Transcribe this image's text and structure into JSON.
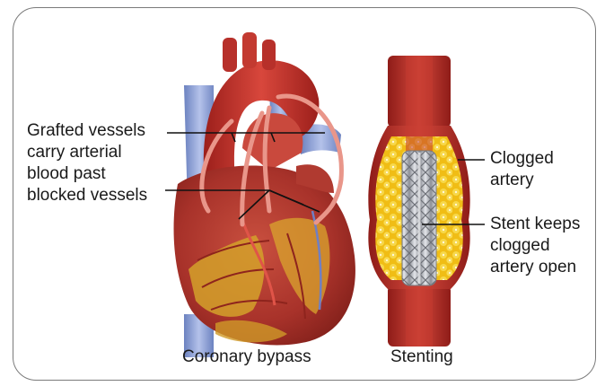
{
  "labels": {
    "grafted_line1": "Grafted vessels",
    "grafted_line2": "carry arterial",
    "grafted_line3": "blood past",
    "grafted_line4": "blocked vessels",
    "clogged_line1": "Clogged",
    "clogged_line2": "artery",
    "stent_line1": "Stent keeps",
    "stent_line2": "clogged",
    "stent_line3": "artery open"
  },
  "captions": {
    "left": "Coronary bypass",
    "right": "Stenting"
  },
  "icons": {
    "heart": "heart-illustration",
    "artery": "stented-artery-illustration"
  },
  "colors": {
    "border": "#7a7a7a",
    "heart_red": "#b8322a",
    "fat_yellow": "#f2c21a",
    "vein_blue": "#8fa3d6",
    "stent_gray": "#b9bcc2"
  }
}
